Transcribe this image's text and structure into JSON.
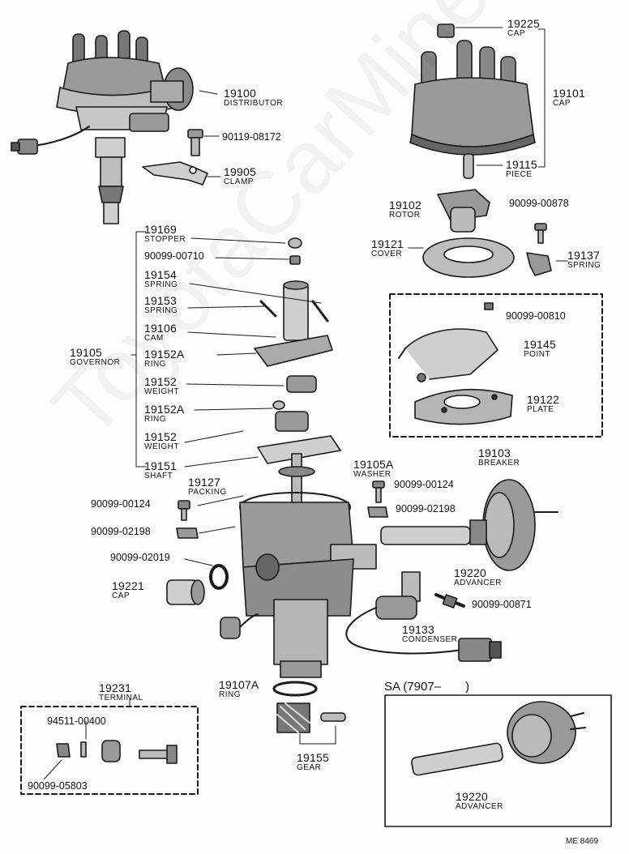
{
  "parts": {
    "p19225": {
      "num": "19225",
      "name": "CAP"
    },
    "p19101": {
      "num": "19101",
      "name": "CAP"
    },
    "p19100": {
      "num": "19100",
      "name": "DISTRIBUTOR"
    },
    "p90119": {
      "num": "90119-08172"
    },
    "p19905": {
      "num": "19905",
      "name": "CLAMP"
    },
    "p19115": {
      "num": "19115",
      "name": "PIECE"
    },
    "p19102": {
      "num": "19102",
      "name": "ROTOR"
    },
    "p90099_00878": {
      "num": "90099-00878"
    },
    "p19169": {
      "num": "19169",
      "name": "STOPPER"
    },
    "p90099_00710": {
      "num": "90099-00710"
    },
    "p19121": {
      "num": "19121",
      "name": "COVER"
    },
    "p19137": {
      "num": "19137",
      "name": "SPRING"
    },
    "p19154": {
      "num": "19154",
      "name": "SPRING"
    },
    "p19153": {
      "num": "19153",
      "name": "SPRING"
    },
    "p90099_00810": {
      "num": "90099-00810"
    },
    "p19106": {
      "num": "19106",
      "name": "CAM"
    },
    "p19105": {
      "num": "19105",
      "name": "GOVERNOR"
    },
    "p19152A_1": {
      "num": "19152A",
      "name": "RING"
    },
    "p19145": {
      "num": "19145",
      "name": "POINT"
    },
    "p19152_1": {
      "num": "19152",
      "name": "WEIGHT"
    },
    "p19122": {
      "num": "19122",
      "name": "PLATE"
    },
    "p19152A_2": {
      "num": "19152A",
      "name": "RING"
    },
    "p19152_2": {
      "num": "19152",
      "name": "WEIGHT"
    },
    "p19103": {
      "num": "19103",
      "name": "BREAKER"
    },
    "p19151": {
      "num": "19151",
      "name": "SHAFT"
    },
    "p19105A": {
      "num": "19105A",
      "name": "WASHER"
    },
    "p19127": {
      "num": "19127",
      "name": "PACKING"
    },
    "p90099_00124_r": {
      "num": "90099-00124"
    },
    "p90099_00124_l": {
      "num": "90099-00124"
    },
    "p90099_02198_r": {
      "num": "90099-02198"
    },
    "p90099_02198_l": {
      "num": "90099-02198"
    },
    "p90099_02019": {
      "num": "90099-02019"
    },
    "p19220": {
      "num": "19220",
      "name": "ADVANCER"
    },
    "p19221": {
      "num": "19221",
      "name": "CAP"
    },
    "p90099_00871": {
      "num": "90099-00871"
    },
    "p19133": {
      "num": "19133",
      "name": "CONDENSER"
    },
    "p19107A": {
      "num": "19107A",
      "name": "RING"
    },
    "p19231": {
      "num": "19231",
      "name": "TERMINAL"
    },
    "p94511": {
      "num": "94511-00400"
    },
    "p19155": {
      "num": "19155",
      "name": "GEAR"
    },
    "p90099_05803": {
      "num": "90099-05803"
    },
    "p19220_sa": {
      "num": "19220",
      "name": "ADVANCER"
    }
  },
  "inset_title": "SA (7907–    )",
  "drawing_ref": "ME 8469",
  "watermark": "ToyotaCarMine.ru"
}
